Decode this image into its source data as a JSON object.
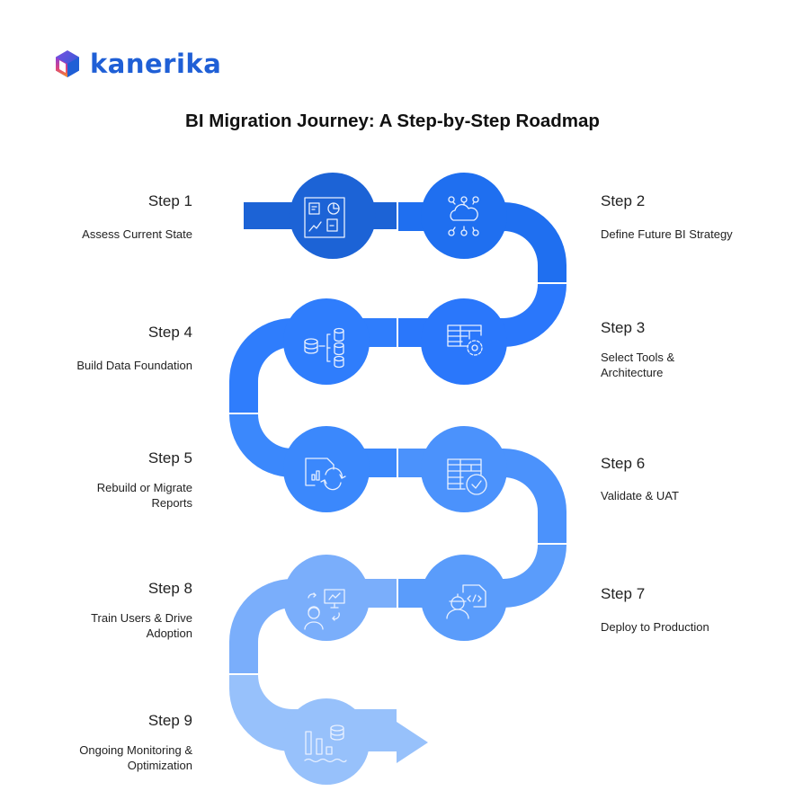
{
  "brand": {
    "name": "kanerika",
    "logo_icon": "hexagon-cube-logo-icon",
    "text_color": "#1f5fd6"
  },
  "header": {
    "title": "BI Migration Journey: A Step-by-Step Roadmap"
  },
  "colors": {
    "step1": "#1c63d6",
    "step2": "#1f6ff0",
    "step3": "#2a77fb",
    "step4": "#2f7dfc",
    "step5": "#3b88fc",
    "step6": "#4b92fc",
    "step7": "#5a9cfb",
    "step8": "#7aaefb",
    "step9": "#97c1fb"
  },
  "steps": [
    {
      "label": "Step 1",
      "description": "Assess Current State",
      "icon": "dashboard-icon",
      "side": "left"
    },
    {
      "label": "Step 2",
      "description": "Define Future BI Strategy",
      "icon": "cloud-network-icon",
      "side": "right"
    },
    {
      "label": "Step 3",
      "description_lines": [
        "Select Tools &",
        "Architecture"
      ],
      "icon": "table-gear-icon",
      "side": "right"
    },
    {
      "label": "Step 4",
      "description": "Build Data Foundation",
      "icon": "database-hierarchy-icon",
      "side": "left"
    },
    {
      "label": "Step 5",
      "description_lines": [
        "Rebuild or Migrate",
        "Reports"
      ],
      "icon": "report-refresh-icon",
      "side": "left"
    },
    {
      "label": "Step 6",
      "description": "Validate & UAT",
      "icon": "table-check-icon",
      "side": "right"
    },
    {
      "label": "Step 7",
      "description": "Deploy to Production",
      "icon": "engineer-code-icon",
      "side": "right"
    },
    {
      "label": "Step 8",
      "description_lines": [
        "Train Users & Drive",
        "Adoption"
      ],
      "icon": "user-training-icon",
      "side": "left"
    },
    {
      "label": "Step 9",
      "description_lines": [
        "Ongoing Monitoring &",
        "Optimization"
      ],
      "icon": "monitoring-chart-icon",
      "side": "left"
    }
  ]
}
